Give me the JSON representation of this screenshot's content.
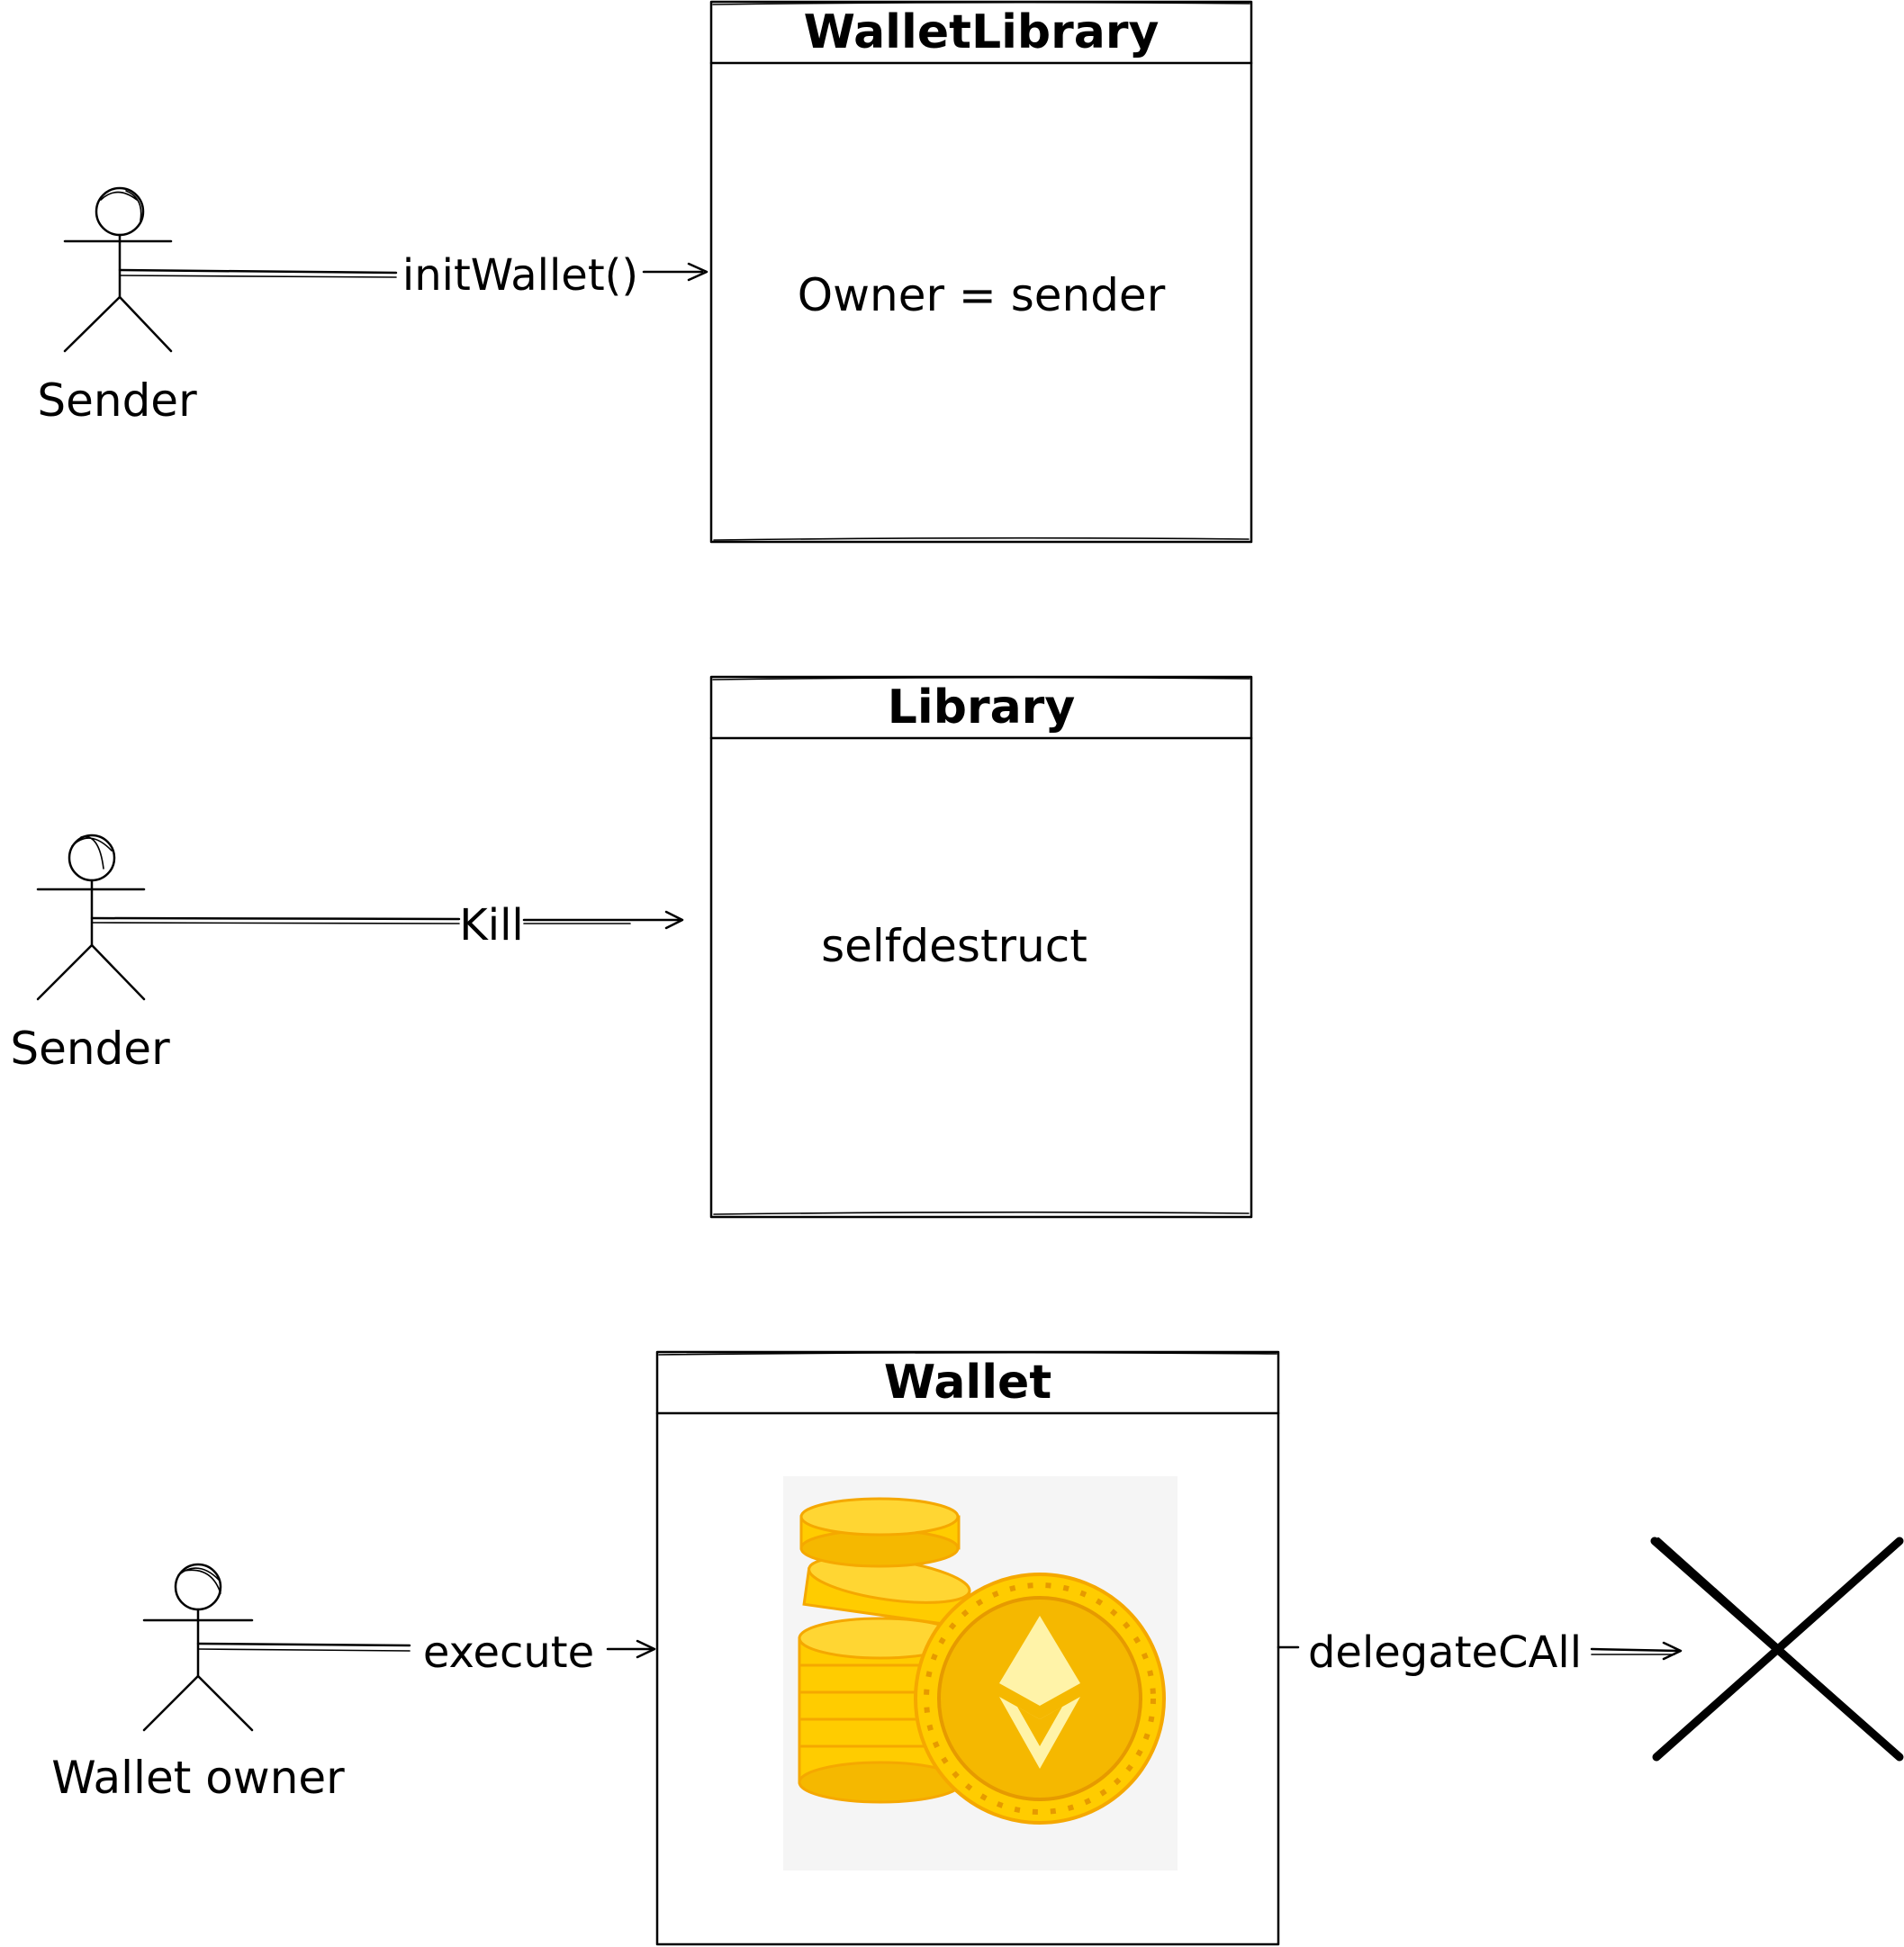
{
  "containers": {
    "wallet_library": {
      "title": "WalletLibrary",
      "body": "Owner = sender"
    },
    "library": {
      "title": "Library",
      "body": "selfdestruct"
    },
    "wallet": {
      "title": "Wallet",
      "image": "ethereum-coins-icon"
    }
  },
  "actors": {
    "sender_1": {
      "label": "Sender"
    },
    "sender_2": {
      "label": "Sender"
    },
    "wallet_owner": {
      "label": "Wallet owner"
    }
  },
  "edges": {
    "init_wallet": {
      "label": "initWallet()"
    },
    "kill": {
      "label": "Kill"
    },
    "execute": {
      "label": "execute"
    },
    "delegate_call": {
      "label": "delegateCAll"
    }
  },
  "target": {
    "icon": "x-cross-icon"
  },
  "colors": {
    "ink": "#000000",
    "coin_gold": "#ffcc00",
    "coin_shade": "#f5a800",
    "eth_light": "#fff3a8",
    "image_bg": "#f5f5f5"
  }
}
